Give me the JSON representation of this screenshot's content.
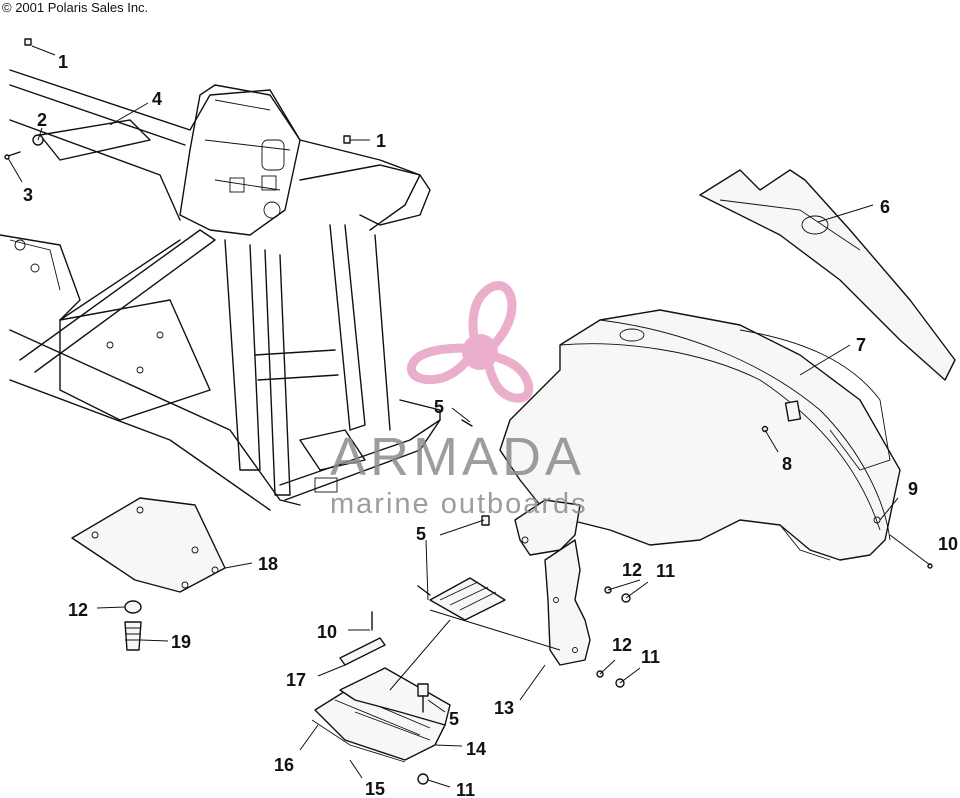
{
  "copyright": "© 2001 Polaris Sales Inc.",
  "watermark": {
    "brand": "ARMADA",
    "tagline": "marine outboards",
    "logo_icon": "propeller-icon",
    "colors": {
      "logo": "#e9a6c6",
      "text": "#8c8c8c"
    }
  },
  "callouts": [
    "1",
    "4",
    "2",
    "3",
    "1",
    "6",
    "7",
    "5",
    "8",
    "9",
    "10",
    "5",
    "18",
    "12",
    "11",
    "12",
    "19",
    "10",
    "12",
    "11",
    "17",
    "5",
    "13",
    "14",
    "16",
    "15",
    "11"
  ]
}
